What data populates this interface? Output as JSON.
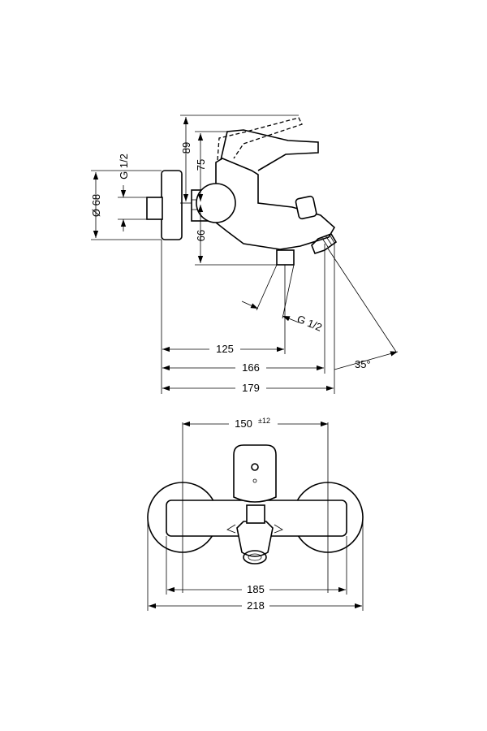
{
  "side_view": {
    "dimensions": {
      "d125": "125",
      "d166": "166",
      "d179": "179",
      "d89": "89",
      "d75": "75",
      "d66": "66",
      "diameter": "Ø 68",
      "thread_top": "G 1/2",
      "thread_bottom": "G 1/2",
      "angle": "35°"
    }
  },
  "front_view": {
    "dimensions": {
      "d150": "150",
      "d150_tolerance": "±12",
      "d185": "185",
      "d218": "218"
    }
  }
}
